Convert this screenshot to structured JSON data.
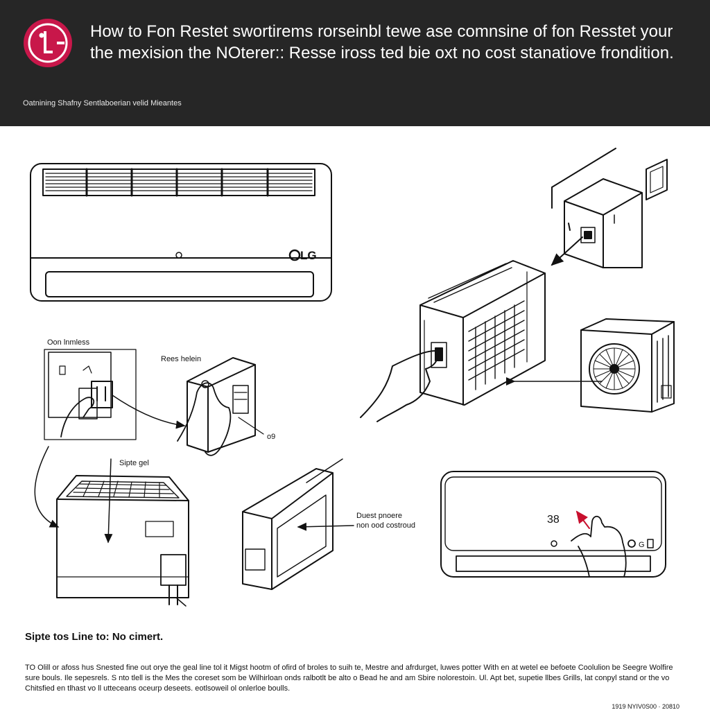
{
  "header": {
    "title": "How to Fon Restet swortirems rorseinbl tewe ase comnsine of fon Resstet your the mexision the NOterer:: Resse iross ted bie oxt no cost stanatiove frondition.",
    "subtitle": "Oatnining Shafny Sentlaboerian velid Mieantes"
  },
  "brand": {
    "logo_text": "LG",
    "color": "#c8174a"
  },
  "diagram": {
    "panel_brand": "LG",
    "display_value": "38",
    "labels": {
      "oon_lnnless": "Oon lnmless",
      "rees_helein": "Rees helein",
      "o9": "o9",
      "sipte_gel": "Sipte gel",
      "duest_pnoere": "Duest pnoere",
      "non_ood_costroud": "non ood costroud",
      "display_logo": "G"
    }
  },
  "footer": {
    "heading": "Sipte tos Line to: No cimert.",
    "body": "TO Olill or afoss hus Snested fine out orye the geal line tol it Migst hootm of ofird of broles to suih te, Mestre and afrdurget, luwes potter With en at wetel ee befoete Coolulion be Seegre Wolfire sure bouls. Ile sepesrels. S nto tlell is the Mes the coreset som be Wilhirloan onds ralbotlt be alto o Bead he and am Sbire nolorestoin. Ul. Apt bet, supetie llbes Grills, lat conpyl stand or the vo Chitsfied en tlhast vo ll utteceans oceurp deseets. eotlsoweil ol onlerloe boulls.",
    "code": "1919 NYIV0S00 · 20810"
  }
}
